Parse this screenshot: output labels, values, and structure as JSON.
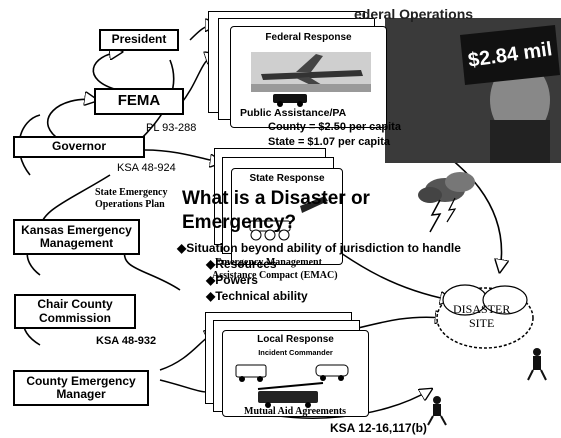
{
  "hierarchy": {
    "president": "President",
    "fema": "FEMA",
    "fema_law": "PL 93-288",
    "governor": "Governor",
    "governor_law": "KSA 48-924",
    "state_plan": "State Emergency\nOperations Plan",
    "kansas_em": "Kansas Emergency\nManagement",
    "chair": "Chair County\nCommission",
    "chair_law": "KSA 48-932",
    "county_em": "County Emergency\nManager"
  },
  "federal": {
    "title": "Federal Response",
    "fragment": "ederal Operations",
    "public_assistance": "Public Assistance/PA",
    "county_share": "County = $2.50 per capita",
    "state_share": "State = $1.07 per capita",
    "amount": "$2.84 mil"
  },
  "state": {
    "title": "State Response",
    "emac_line1": "Emergency Management",
    "emac_line2": "Assistance Compact (EMAC)"
  },
  "local": {
    "title": "Local Response",
    "subtitle": "Incident Commander",
    "mutual_aid": "Mutual Aid Agreements",
    "local_law": "KSA 12-16,117(b)"
  },
  "disaster_site": "DISASTER\nSITE",
  "definition": {
    "heading_line1": "What is a Disaster or",
    "heading_line2": "Emergency?",
    "bullets": [
      "Situation beyond ability of jurisdiction to handle",
      "Resources",
      "Powers",
      "Technical ability"
    ]
  }
}
